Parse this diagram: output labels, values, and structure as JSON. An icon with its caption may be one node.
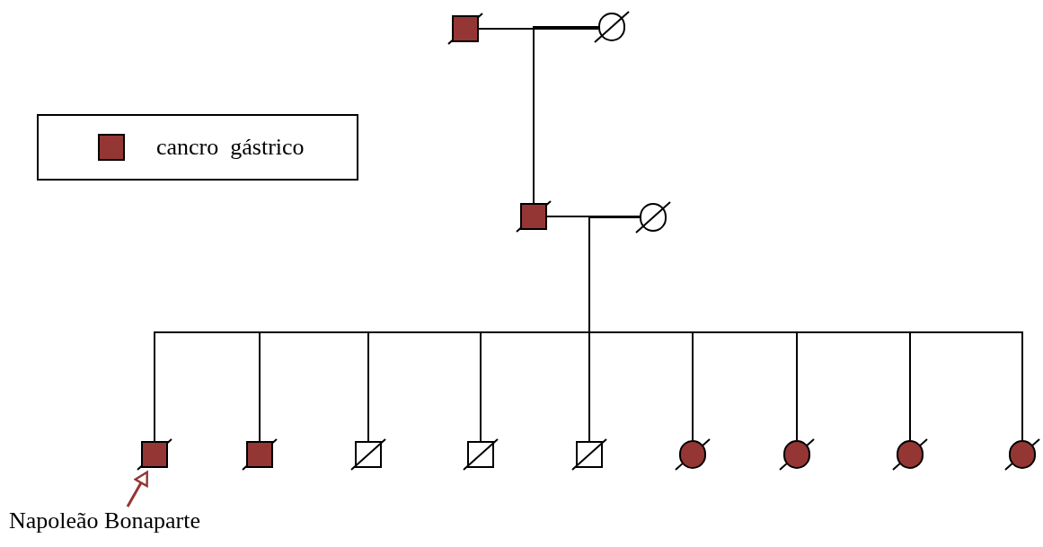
{
  "diagram": {
    "nodes": [
      {
        "text": [],
        "shape": "box"
      },
      {
        "text": [],
        "shape": "circle"
      },
      {
        "text": [],
        "shape": "box"
      },
      {
        "text": [],
        "shape": "circle"
      },
      {
        "text": [],
        "shape": "box"
      },
      {
        "text": [],
        "shape": "box"
      },
      {
        "text": [],
        "shape": "box"
      },
      {
        "text": [],
        "shape": "box"
      },
      {
        "text": [],
        "shape": "box"
      },
      {
        "text": [],
        "shape": "circle"
      },
      {
        "text": [],
        "shape": "circle"
      },
      {
        "text": [],
        "shape": "circle"
      },
      {
        "text": [],
        "shape": "circle"
      },
      {
        "text": [
          "Napoleão Bonaparte"
        ]
      }
    ],
    "edges": [
      {
        "from": 0,
        "to": 1,
        "arrow": "none"
      },
      {
        "from": 0,
        "to": 2,
        "arrow": "none"
      },
      {
        "from": 1,
        "to": 2,
        "arrow": "none"
      },
      {
        "from": 2,
        "to": 3,
        "arrow": "none"
      },
      {
        "from": 2,
        "to": 4,
        "arrow": "none"
      },
      {
        "from": 2,
        "to": 5,
        "arrow": "none"
      },
      {
        "from": 2,
        "to": 6,
        "arrow": "none"
      },
      {
        "from": 2,
        "to": 7,
        "arrow": "none"
      },
      {
        "from": 2,
        "to": 8,
        "arrow": "none"
      },
      {
        "from": 2,
        "to": 9,
        "arrow": "none"
      },
      {
        "from": 2,
        "to": 10,
        "arrow": "none"
      },
      {
        "from": 2,
        "to": 11,
        "arrow": "none"
      },
      {
        "from": 2,
        "to": 12,
        "arrow": "none"
      },
      {
        "from": 3,
        "to": 4,
        "arrow": "none"
      },
      {
        "from": 3,
        "to": 5,
        "arrow": "none"
      },
      {
        "from": 3,
        "to": 6,
        "arrow": "none"
      },
      {
        "from": 3,
        "to": 7,
        "arrow": "none"
      },
      {
        "from": 3,
        "to": 8,
        "arrow": "none"
      },
      {
        "from": 3,
        "to": 9,
        "arrow": "none"
      },
      {
        "from": 3,
        "to": 10,
        "arrow": "none"
      },
      {
        "from": 3,
        "to": 11,
        "arrow": "none"
      },
      {
        "from": 3,
        "to": 12,
        "arrow": "none"
      },
      {
        "from": 13,
        "to": 4,
        "arrow": "to",
        "color": "#943634"
      }
    ],
    "legend": [
      {
        "text": "cancro  gástrico",
        "color": "#943634"
      }
    ]
  }
}
